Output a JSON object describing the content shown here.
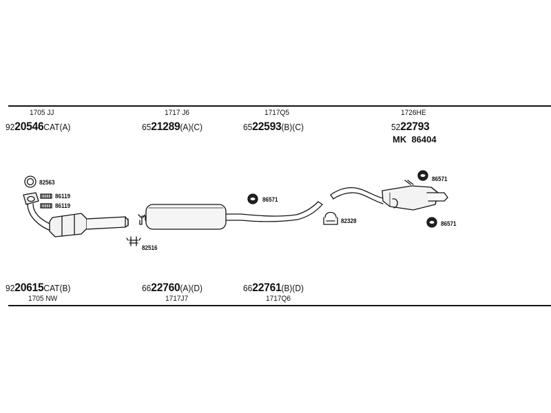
{
  "top_parts": [
    {
      "code": "1705 JJ",
      "pn_prefix": "92",
      "pn_main": "20546",
      "pn_suffix": "CAT(A)"
    },
    {
      "code": "1717 J6",
      "pn_prefix": "65",
      "pn_main": "21289",
      "pn_suffix": "(A)(C)"
    },
    {
      "code": "1717Q5",
      "pn_prefix": "65",
      "pn_main": "22593",
      "pn_suffix": "(B)(C)"
    },
    {
      "code": "1726HE",
      "pn_prefix": "52",
      "pn_main": "22793",
      "pn_suffix": ""
    }
  ],
  "mounting_kit": {
    "label": "MK",
    "number": "86404"
  },
  "bottom_parts": [
    {
      "pn_prefix": "92",
      "pn_main": "20615",
      "pn_suffix": "CAT(B)",
      "code": "1705 NW"
    },
    {
      "pn_prefix": "66",
      "pn_main": "22760",
      "pn_suffix": "(A)(D)",
      "code": "1717J7"
    },
    {
      "pn_prefix": "66",
      "pn_main": "22761",
      "pn_suffix": "(B)(D)",
      "code": "1717Q6"
    }
  ],
  "callouts": {
    "gasket": "82563",
    "bolt_1": "86119",
    "bolt_2": "86119",
    "clamp_front": "82516",
    "hanger_mid": "86571",
    "clamp_rear": "82328",
    "hanger_rear_top": "86571",
    "hanger_rear_bottom": "86571"
  }
}
